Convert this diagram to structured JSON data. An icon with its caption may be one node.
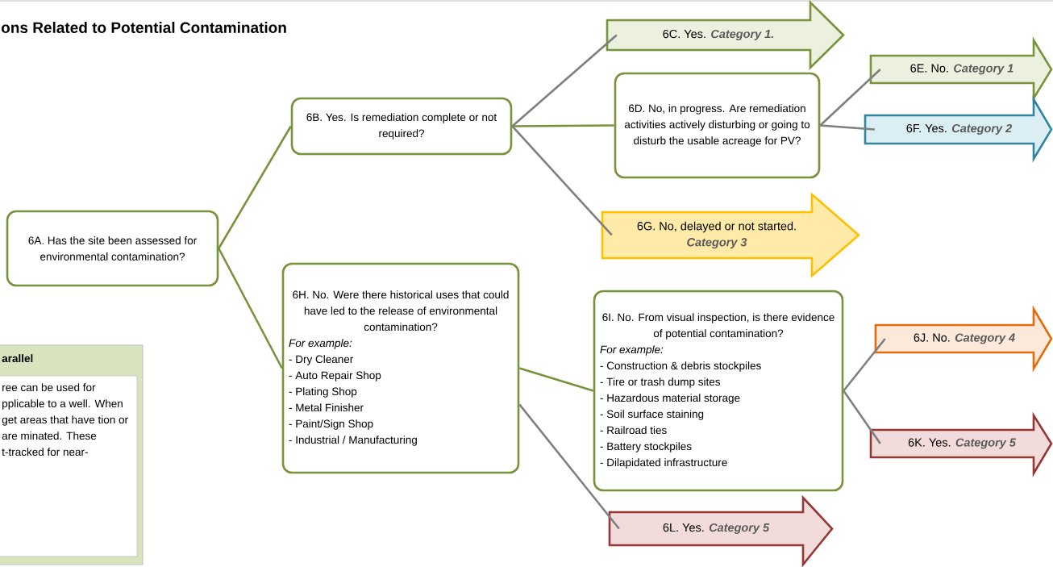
{
  "diagram": {
    "title": "ons Related to Potential Contamination",
    "nodes": [
      {
        "text": [
          "6A. Has the site been assessed for environmental contamination?"
        ]
      },
      {
        "text": [
          "6B. Yes. Is remediation complete or not required?"
        ]
      },
      {
        "text": [
          "6C. Yes.",
          "Category 1."
        ]
      },
      {
        "text": [
          "6D. No, in progress. Are remediation activities actively disturbing or going to disturb the usable acreage for PV?"
        ]
      },
      {
        "text": [
          "6E. No.",
          "Category 1"
        ]
      },
      {
        "text": [
          "6F. Yes.",
          "Category 2"
        ]
      },
      {
        "text": [
          "6G. No, delayed or not started.",
          "Category 3"
        ]
      },
      {
        "text": [
          "6H. No. Were there historical uses that could have led to the release of environmental contamination?",
          "For example:",
          "- Dry Cleaner",
          "- Auto Repair Shop",
          "- Plating Shop",
          "- Metal Finisher",
          "- Paint/Sign Shop",
          "- Industrial / Manufacturing"
        ]
      },
      {
        "text": [
          "6I. No. From visual inspection, is there evidence of potential contamination?",
          "For example:",
          "- Construction & debris stockpiles",
          "- Tire or trash dump sites",
          "- Hazardous material storage",
          "- Soil surface staining",
          "- Railroad ties",
          "- Battery stockpiles",
          "- Dilapidated infrastructure"
        ]
      },
      {
        "text": [
          "6J. No.",
          "Category 4"
        ]
      },
      {
        "text": [
          "6K. Yes.",
          "Category 5"
        ]
      },
      {
        "text": [
          "6L. Yes.",
          "Category 5"
        ]
      },
      {
        "text": [
          "arallel",
          "ree can be used for pplicable to a well. When get areas that have tion or are minated. These t-tracked for near-"
        ]
      }
    ],
    "edges": [
      {
        "from": 0,
        "to": 1,
        "arrow": "none",
        "color": "#77933c"
      },
      {
        "from": 0,
        "to": 7,
        "arrow": "none",
        "color": "#77933c"
      },
      {
        "from": 1,
        "to": 2,
        "arrow": "none"
      },
      {
        "from": 1,
        "to": 3,
        "arrow": "none",
        "color": "#77933c"
      },
      {
        "from": 1,
        "to": 6,
        "arrow": "none"
      },
      {
        "from": 3,
        "to": 4,
        "arrow": "none"
      },
      {
        "from": 3,
        "to": 5,
        "arrow": "none"
      },
      {
        "from": 7,
        "to": 8,
        "arrow": "none",
        "color": "#77933c"
      },
      {
        "from": 7,
        "to": 11,
        "arrow": "none"
      },
      {
        "from": 8,
        "to": 9,
        "arrow": "none"
      },
      {
        "from": 8,
        "to": 10,
        "arrow": "none"
      }
    ]
  }
}
